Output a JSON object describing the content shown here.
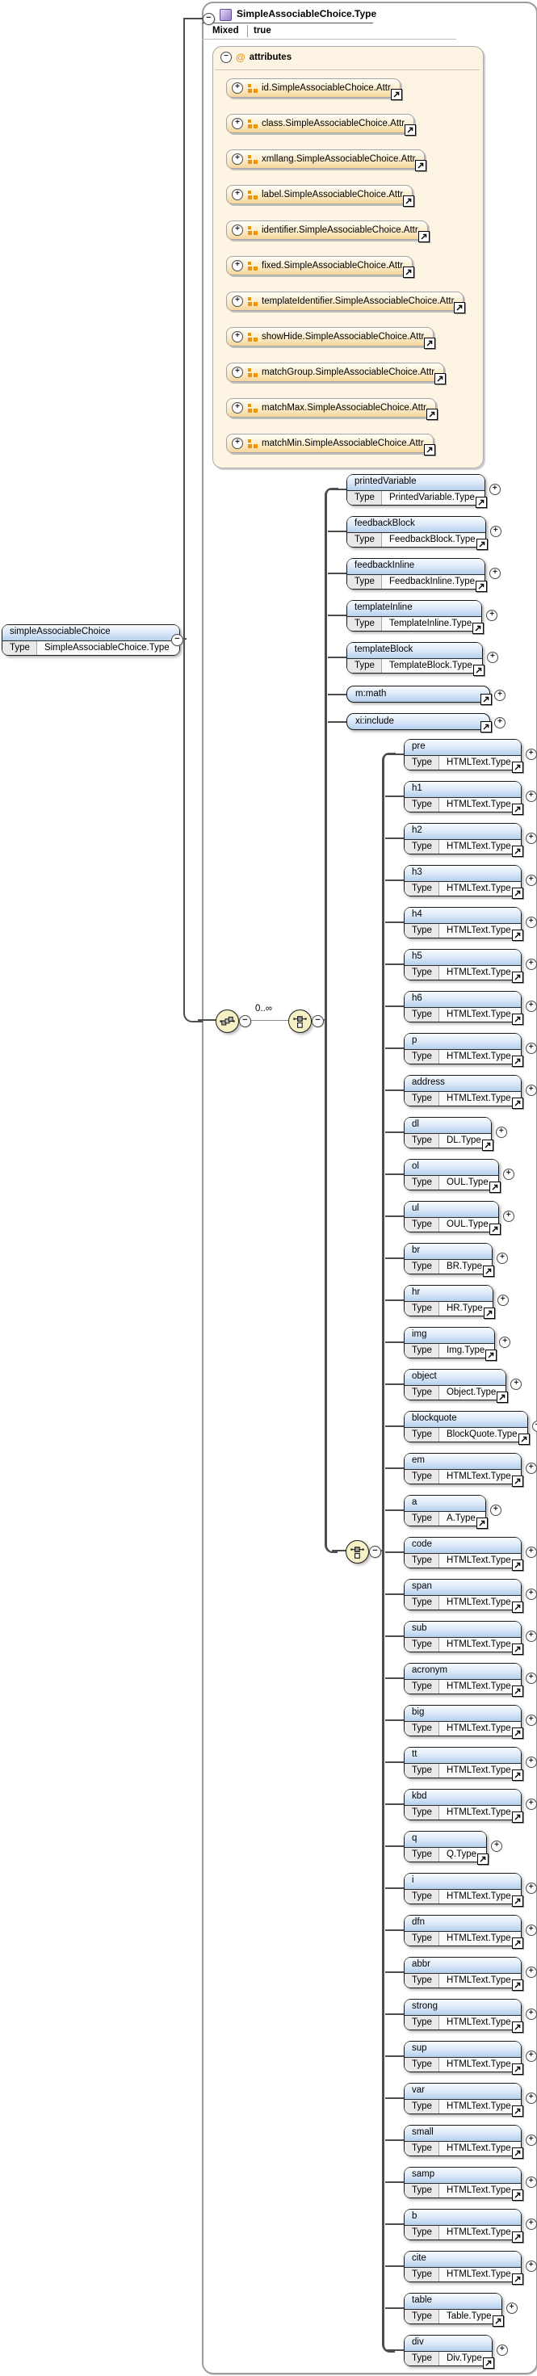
{
  "type_box": {
    "title": "SimpleAssociableChoice.Type",
    "mixed_label": "Mixed",
    "mixed_value": "true"
  },
  "attributes_panel": {
    "label": "attributes",
    "items": [
      {
        "name": "id.SimpleAssociableChoice.Attr"
      },
      {
        "name": "class.SimpleAssociableChoice.Attr"
      },
      {
        "name": "xmllang.SimpleAssociableChoice.Attr"
      },
      {
        "name": "label.SimpleAssociableChoice.Attr"
      },
      {
        "name": "identifier.SimpleAssociableChoice.Attr"
      },
      {
        "name": "fixed.SimpleAssociableChoice.Attr"
      },
      {
        "name": "templateIdentifier.SimpleAssociableChoice.Attr"
      },
      {
        "name": "showHide.SimpleAssociableChoice.Attr"
      },
      {
        "name": "matchGroup.SimpleAssociableChoice.Attr"
      },
      {
        "name": "matchMax.SimpleAssociableChoice.Attr"
      },
      {
        "name": "matchMin.SimpleAssociableChoice.Attr"
      }
    ]
  },
  "root_element": {
    "name": "simpleAssociableChoice",
    "type_label": "Type",
    "type": "SimpleAssociableChoice.Type"
  },
  "content_model": {
    "occurrence": "0..∞",
    "type_label": "Type",
    "compositors": [
      "sequence",
      "choice",
      "choice"
    ],
    "group1": [
      {
        "name": "printedVariable",
        "type": "PrintedVariable.Type"
      },
      {
        "name": "feedbackBlock",
        "type": "FeedbackBlock.Type"
      },
      {
        "name": "feedbackInline",
        "type": "FeedbackInline.Type"
      },
      {
        "name": "templateInline",
        "type": "TemplateInline.Type"
      },
      {
        "name": "templateBlock",
        "type": "TemplateBlock.Type"
      },
      {
        "name": "m:math"
      },
      {
        "name": "xi:include"
      }
    ],
    "group2": [
      {
        "name": "pre",
        "type": "HTMLText.Type"
      },
      {
        "name": "h1",
        "type": "HTMLText.Type"
      },
      {
        "name": "h2",
        "type": "HTMLText.Type"
      },
      {
        "name": "h3",
        "type": "HTMLText.Type"
      },
      {
        "name": "h4",
        "type": "HTMLText.Type"
      },
      {
        "name": "h5",
        "type": "HTMLText.Type"
      },
      {
        "name": "h6",
        "type": "HTMLText.Type"
      },
      {
        "name": "p",
        "type": "HTMLText.Type"
      },
      {
        "name": "address",
        "type": "HTMLText.Type"
      },
      {
        "name": "dl",
        "type": "DL.Type"
      },
      {
        "name": "ol",
        "type": "OUL.Type"
      },
      {
        "name": "ul",
        "type": "OUL.Type"
      },
      {
        "name": "br",
        "type": "BR.Type"
      },
      {
        "name": "hr",
        "type": "HR.Type"
      },
      {
        "name": "img",
        "type": "Img.Type"
      },
      {
        "name": "object",
        "type": "Object.Type"
      },
      {
        "name": "blockquote",
        "type": "BlockQuote.Type"
      },
      {
        "name": "em",
        "type": "HTMLText.Type"
      },
      {
        "name": "a",
        "type": "A.Type"
      },
      {
        "name": "code",
        "type": "HTMLText.Type"
      },
      {
        "name": "span",
        "type": "HTMLText.Type"
      },
      {
        "name": "sub",
        "type": "HTMLText.Type"
      },
      {
        "name": "acronym",
        "type": "HTMLText.Type"
      },
      {
        "name": "big",
        "type": "HTMLText.Type"
      },
      {
        "name": "tt",
        "type": "HTMLText.Type"
      },
      {
        "name": "kbd",
        "type": "HTMLText.Type"
      },
      {
        "name": "q",
        "type": "Q.Type"
      },
      {
        "name": "i",
        "type": "HTMLText.Type"
      },
      {
        "name": "dfn",
        "type": "HTMLText.Type"
      },
      {
        "name": "abbr",
        "type": "HTMLText.Type"
      },
      {
        "name": "strong",
        "type": "HTMLText.Type"
      },
      {
        "name": "sup",
        "type": "HTMLText.Type"
      },
      {
        "name": "var",
        "type": "HTMLText.Type"
      },
      {
        "name": "small",
        "type": "HTMLText.Type"
      },
      {
        "name": "samp",
        "type": "HTMLText.Type"
      },
      {
        "name": "b",
        "type": "HTMLText.Type"
      },
      {
        "name": "cite",
        "type": "HTMLText.Type"
      },
      {
        "name": "table",
        "type": "Table.Type"
      },
      {
        "name": "div",
        "type": "Div.Type"
      }
    ]
  },
  "colors": {
    "element_header_blue": "#b5cfee",
    "attribute_fill_orange": "#f6d69c",
    "attr_icon_orange": "#ef9408",
    "compositor_yellow": "#f6f0c5",
    "type_icon_purple": "#9a7fc9"
  }
}
